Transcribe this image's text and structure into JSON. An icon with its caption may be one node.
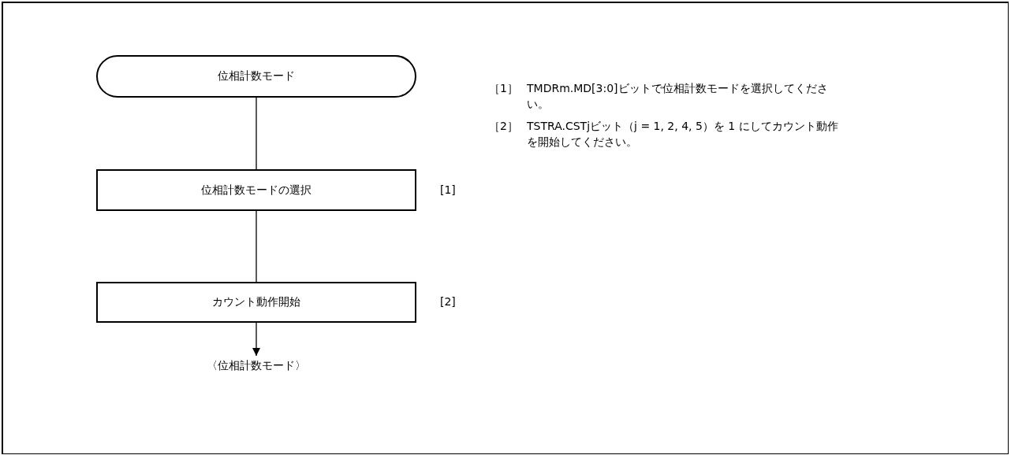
{
  "diagram": {
    "nodes": [
      {
        "text": [
          "位相計数モード"
        ]
      },
      {
        "text": [
          "位相計数モードの選択"
        ],
        "beside": [
          "[1]"
        ]
      },
      {
        "text": [
          "カウント動作開始"
        ],
        "beside": [
          "[2]"
        ]
      },
      {
        "text": [
          "〈位相計数モード〉"
        ]
      }
    ],
    "edges": [
      {
        "from": 0,
        "to": 1,
        "arrow": "none"
      },
      {
        "from": 1,
        "to": 2,
        "arrow": "none"
      },
      {
        "from": 2,
        "to": 3,
        "arrow": "to"
      }
    ],
    "labels": [
      "［1］",
      "TMDRm.MD[3:0]ビットで位相計数モードを選択してください。",
      "［2］",
      "TSTRA.CSTjビット（j = 1, 2, 4, 5）を 1 にしてカウント動作を開始してください。"
    ]
  }
}
